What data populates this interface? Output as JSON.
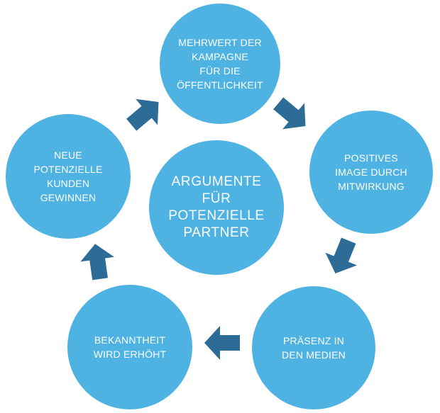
{
  "center": {
    "lines": [
      "ARGUMENTE",
      "FÜR",
      "POTENZIELLE",
      "PARTNER"
    ]
  },
  "nodes": [
    {
      "id": "mehrwert",
      "lines": [
        "MEHRWERT DER",
        "KAMPAGNE",
        "FÜR DIE",
        "ÖFFENTLICHKEIT"
      ]
    },
    {
      "id": "image",
      "lines": [
        "POSITIVES",
        "IMAGE DURCH",
        "MITWIRKUNG"
      ]
    },
    {
      "id": "praesenz",
      "lines": [
        "PRÄSENZ IN",
        "DEN MEDIEN"
      ]
    },
    {
      "id": "bekanntheit",
      "lines": [
        "BEKANNTHEIT",
        "WIRD ERHÖHT"
      ]
    },
    {
      "id": "kunden",
      "lines": [
        "NEUE",
        "POTENZIELLE",
        "KUNDEN",
        "GEWINNEN"
      ]
    }
  ],
  "colors": {
    "circle": "#4eb3e2",
    "arrow": "#2d6c96",
    "text": "#ffffff"
  },
  "arrow_icon": "block-arrow-icon"
}
